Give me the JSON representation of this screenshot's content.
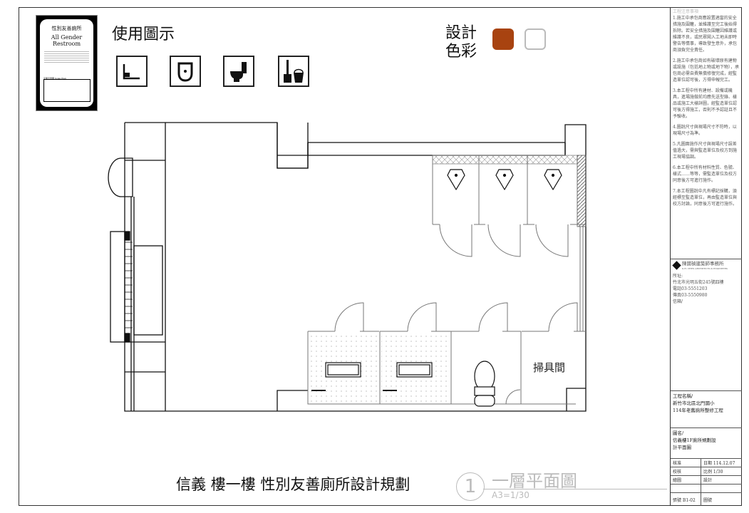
{
  "sign": {
    "title_zh": "性別友善廁所",
    "title_en": "All Gender Restroom",
    "caption": "平面示意圖 Scale Plan"
  },
  "legend": {
    "title": "使用圖示",
    "icons": [
      "changing-table-icon",
      "urinal-icon",
      "toilet-icon",
      "cleaning-tools-icon"
    ]
  },
  "design_color": {
    "label_line1": "設計",
    "label_line2": "色彩",
    "colors": [
      "#A84310",
      "#FFFFFF"
    ]
  },
  "plan": {
    "room_label": "掃具間"
  },
  "footer": {
    "title": "信義 樓一樓 性別友善廁所設計規劃",
    "drawing_number": "1",
    "drawing_name": "一層平面圖",
    "scale": "A3=1/30"
  },
  "title_block": {
    "notes_header": "工程注意事項",
    "notes": [
      "1.施工中承包商應設置適當的安全措施及圍籬，並維護至完工後始得拆除。若安全措施及圍籬因維護或維護不良，或民眾闖入工地未即時警告等情事，導致發生意外，承包商須負完全責任。",
      "2.施工中承包商如有破壞原有建物或設施（包括地上物或地下物），承包商必需自費無償修復完成，經監造單位認可後，方得申報完工。",
      "3.本工程中所有建材、設備或機具，進場施做前均應先送型錄、樣品或施工大樣詳圖，經監造單位認可後方得施工，否則不予認証且不予驗收。",
      "4.圖說尺寸與現場尺寸不符時，以現場尺寸為準。",
      "5.凡圖面施作尺寸與現場尺寸誤差值過大，需與監造單位及校方到施工現場協調。",
      "6.本工程中所有材料性質、色號、樣式……等等，需監造單位及校方同意後方可進行施作。",
      "7.本工程圖說中凡有標記採購，須經標至監造單位，再由監造單位與校方討論，同意後方可進行施作。"
    ],
    "firm_name": "陳國禎建築師事務所",
    "firm_name_en": "K.H. CHEN ARCHITECTS & ENGINEERS",
    "address_label": "所址:",
    "address": "竹北市光明五街245號四樓",
    "phone": "電話03-5551203",
    "fax": "傳真03-5550980",
    "email": "信箱/",
    "project_label": "工程名稱/",
    "project_line1": "新竹市北區北門國小",
    "project_line2": "114年老舊廁所整修工程",
    "drawing_label": "圖名/",
    "drawing_line1": "信義樓1F廁所規劃設",
    "drawing_line2": "計平面圖",
    "approved": "核准",
    "date": "日期 114.12.07",
    "checked": "校核",
    "scale": "比例 1/30",
    "drawn": "繪圖",
    "design": "設計",
    "sheet_no": "張號 B1-02",
    "fig_no": "圖號"
  }
}
